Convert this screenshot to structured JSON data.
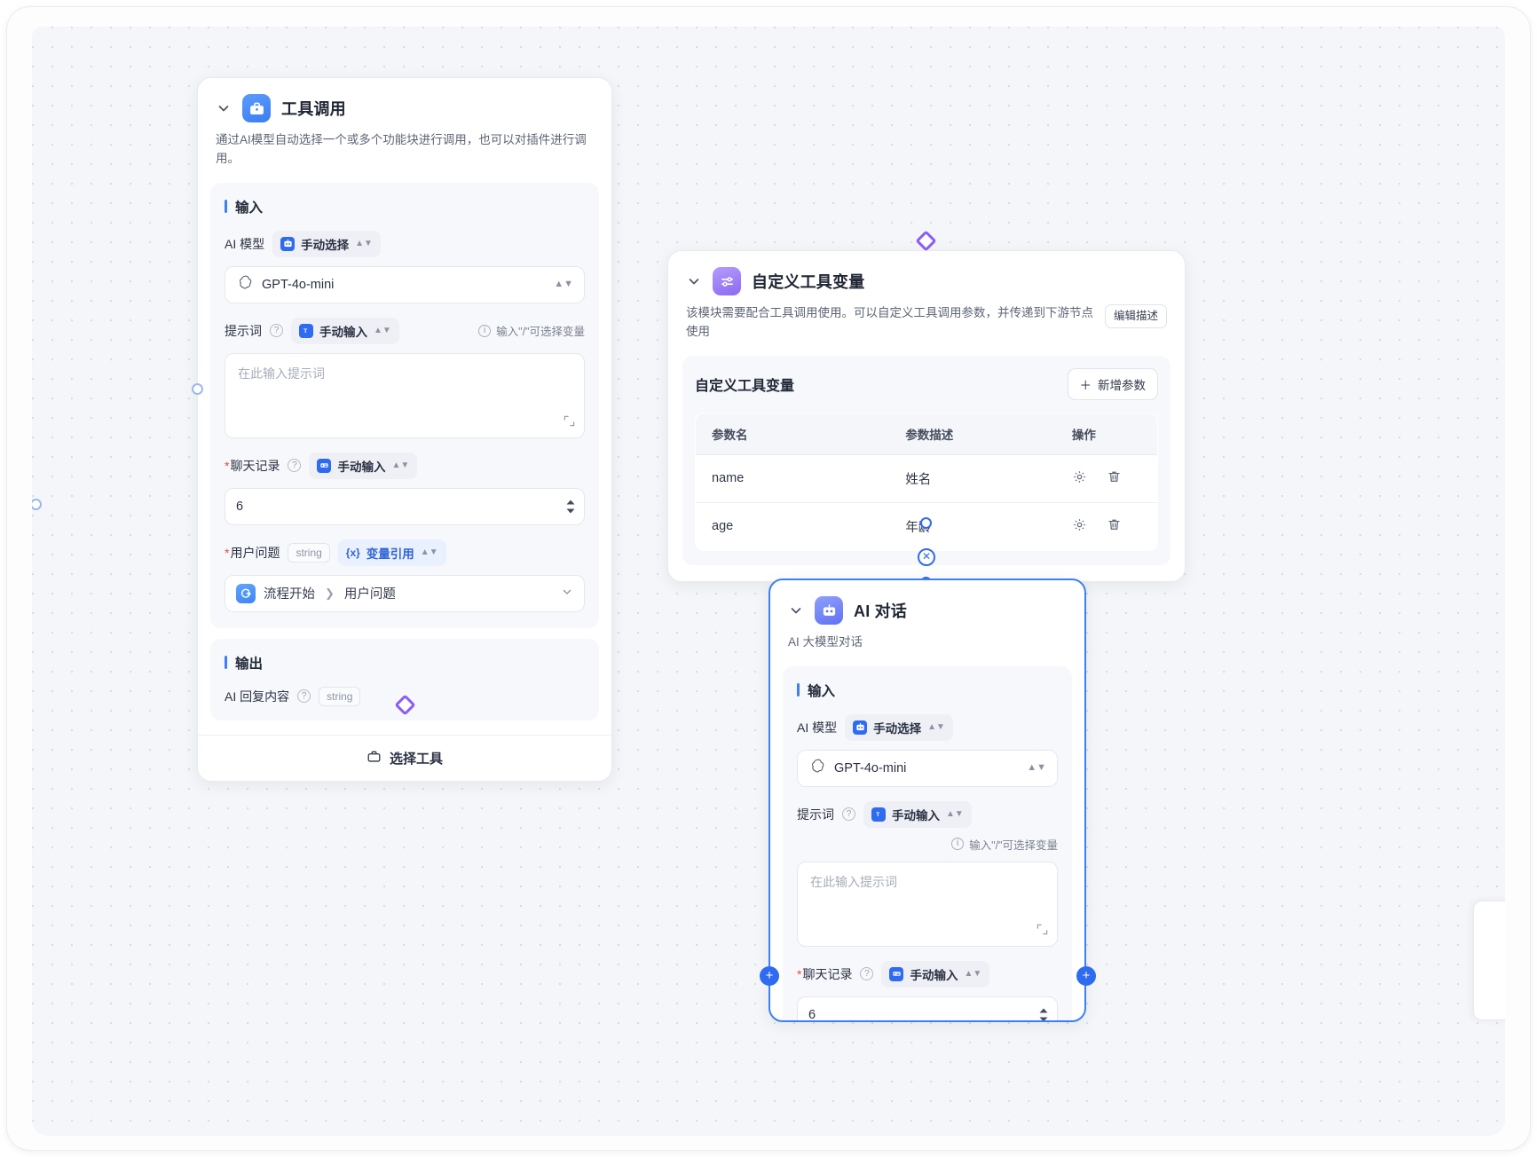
{
  "nodes": {
    "tool_call": {
      "title": "工具调用",
      "icon": "toolbox-icon",
      "description": "通过AI模型自动选择一个或多个功能块进行调用，也可以对插件进行调用。",
      "input_section": "输入",
      "output_section": "输出",
      "fields": {
        "model_label": "AI 模型",
        "model_mode": "手动选择",
        "model_value": "GPT-4o-mini",
        "prompt_label": "提示词",
        "prompt_mode": "手动输入",
        "prompt_hint": "输入\"/\"可选择变量",
        "prompt_placeholder": "在此输入提示词",
        "history_label": "聊天记录",
        "history_mode": "手动输入",
        "history_value": "6",
        "question_label": "用户问题",
        "question_type": "string",
        "question_mode": "变量引用",
        "question_ref_source": "流程开始",
        "question_ref_field": "用户问题"
      },
      "output": {
        "label": "AI 回复内容",
        "type": "string"
      },
      "footer_button": "选择工具"
    },
    "custom_tool_var": {
      "title": "自定义工具变量",
      "icon": "sliders-icon",
      "description": "该模块需要配合工具调用使用。可以自定义工具调用参数，并传递到下游节点使用",
      "edit_desc_button": "编辑描述",
      "box_title": "自定义工具变量",
      "add_button": "新增参数",
      "table": {
        "headers": [
          "参数名",
          "参数描述",
          "操作"
        ],
        "rows": [
          {
            "name": "name",
            "desc": "姓名"
          },
          {
            "name": "age",
            "desc": "年龄"
          }
        ]
      }
    },
    "ai_chat": {
      "title": "AI 对话",
      "icon": "robot-icon",
      "description": "AI 大模型对话",
      "input_section": "输入",
      "fields": {
        "model_label": "AI 模型",
        "model_mode": "手动选择",
        "model_value": "GPT-4o-mini",
        "prompt_label": "提示词",
        "prompt_mode": "手动输入",
        "prompt_hint": "输入\"/\"可选择变量",
        "prompt_placeholder": "在此输入提示词",
        "history_label": "聊天记录",
        "history_mode": "手动输入",
        "history_value": "6"
      }
    }
  },
  "colors": {
    "accent": "#2f6bf0",
    "purple": "#8b5cf6",
    "required": "#f0483e",
    "canvas_bg": "#f4f6f9"
  }
}
